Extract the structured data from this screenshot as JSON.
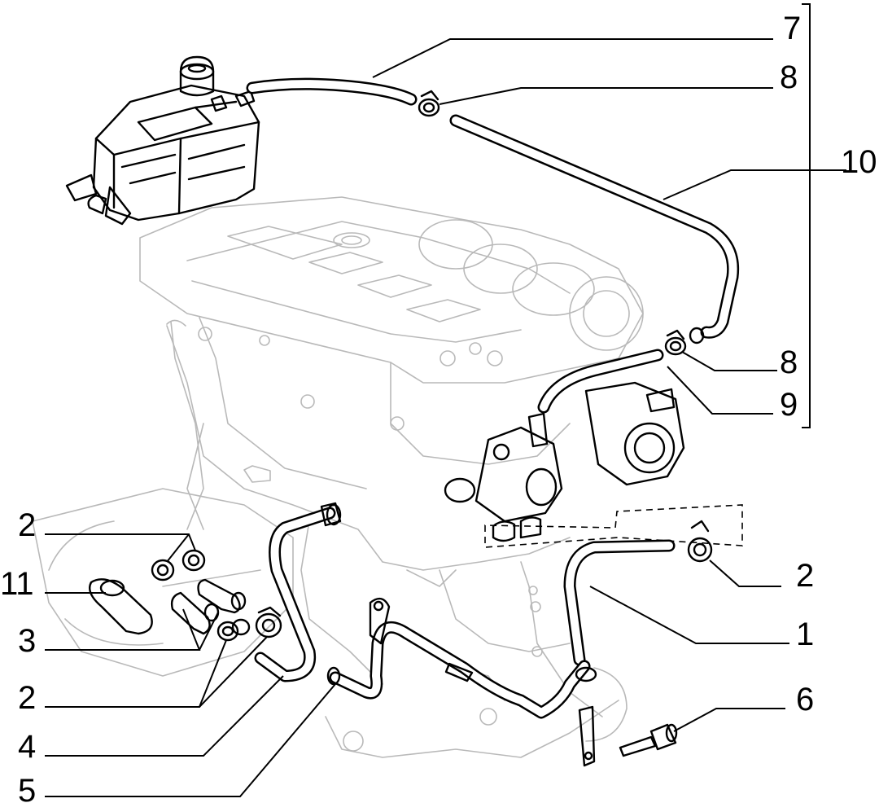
{
  "diagram": {
    "callouts": [
      {
        "id": "7",
        "text": "7"
      },
      {
        "id": "8a",
        "text": "8"
      },
      {
        "id": "10",
        "text": "10"
      },
      {
        "id": "8b",
        "text": "8"
      },
      {
        "id": "9",
        "text": "9"
      },
      {
        "id": "2a",
        "text": "2"
      },
      {
        "id": "11",
        "text": "11"
      },
      {
        "id": "3",
        "text": "3"
      },
      {
        "id": "2b",
        "text": "2"
      },
      {
        "id": "4",
        "text": "4"
      },
      {
        "id": "5",
        "text": "5"
      },
      {
        "id": "2c",
        "text": "2"
      },
      {
        "id": "1",
        "text": "1"
      },
      {
        "id": "6",
        "text": "6"
      }
    ]
  }
}
